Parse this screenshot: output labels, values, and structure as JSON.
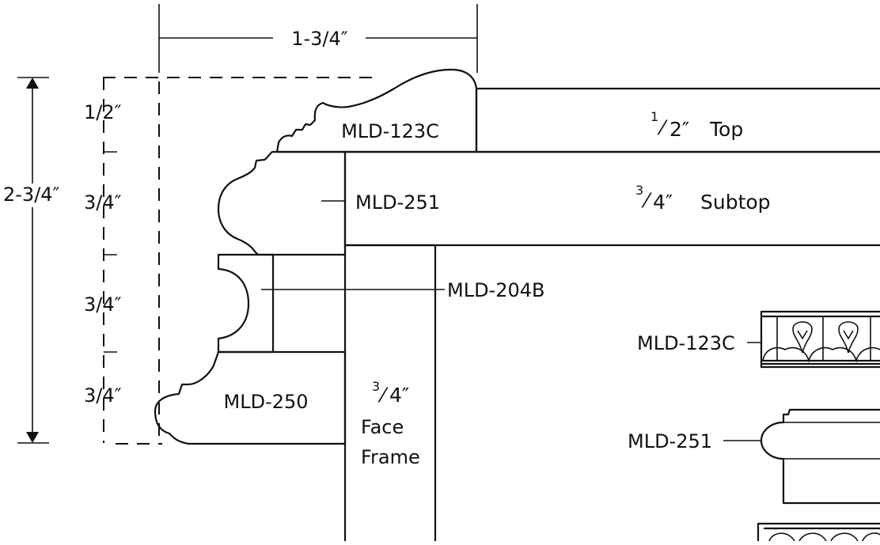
{
  "dimensions": {
    "overall_width": "1-3/4″",
    "overall_height": "2-3/4″",
    "row_1": "1/2″",
    "row_2": "3/4″",
    "row_3": "3/4″",
    "row_4": "3/4″"
  },
  "parts": {
    "top_molding": "MLD-123C",
    "subtop_molding": "MLD-251",
    "inset_molding": "MLD-204B",
    "base_molding": "MLD-250"
  },
  "panels": {
    "top": {
      "numerator": "1",
      "denominator": "2″",
      "name": "Top"
    },
    "subtop": {
      "numerator": "3",
      "denominator": "4″",
      "name": "Subtop"
    },
    "face_frame": {
      "numerator": "3",
      "denominator": "4″",
      "line1": "Face",
      "line2": "Frame"
    }
  },
  "callouts": {
    "detail_1": "MLD-123C",
    "detail_2": "MLD-251"
  }
}
